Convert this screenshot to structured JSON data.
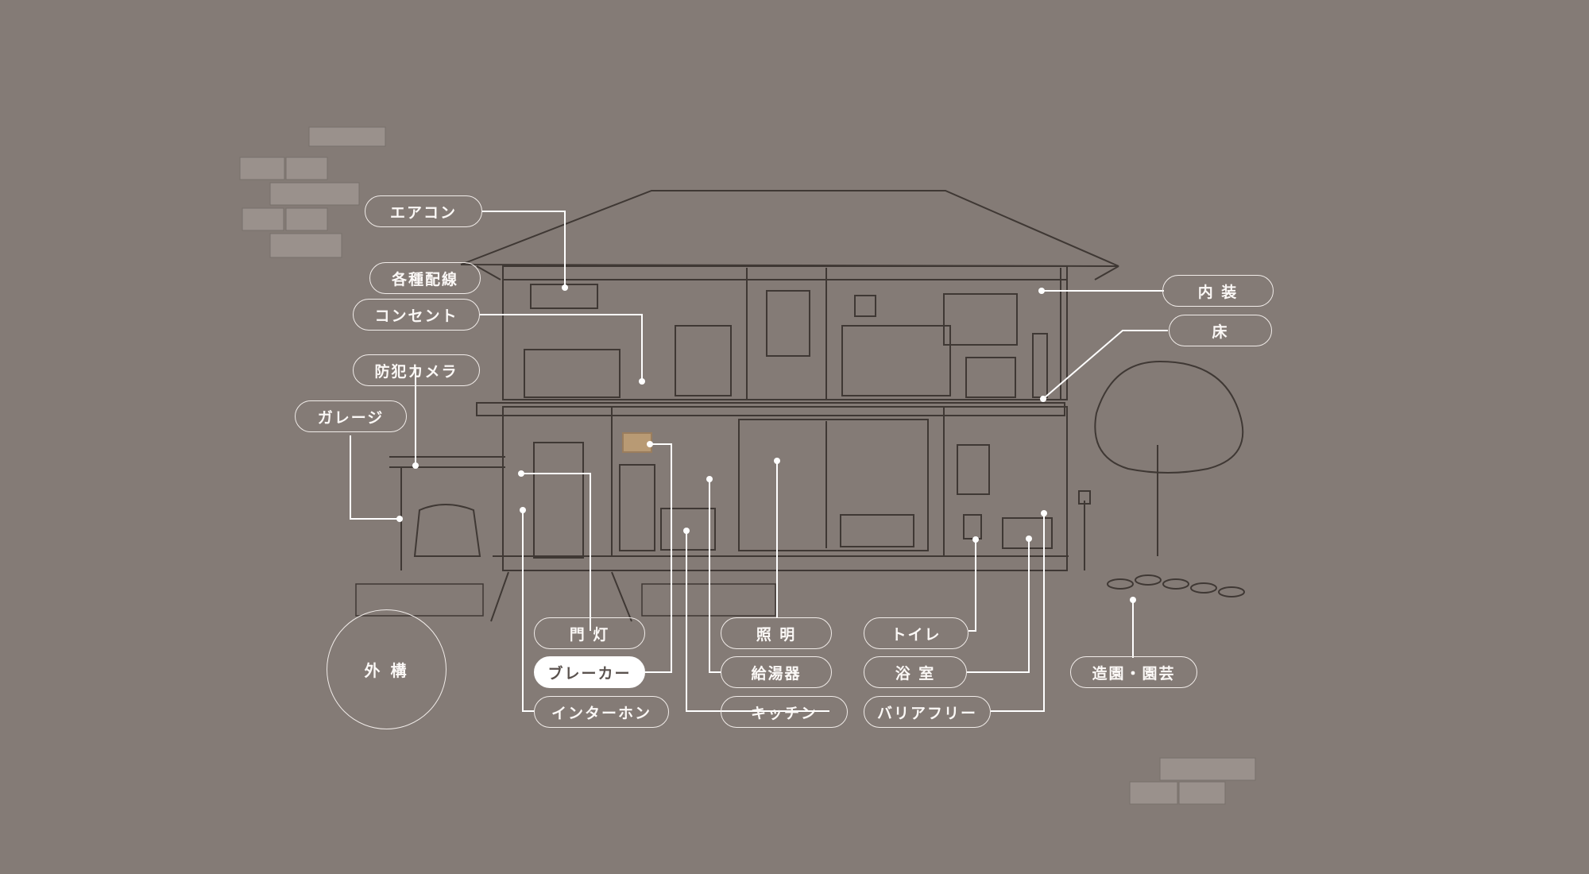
{
  "colors": {
    "background": "#847b76",
    "line_art": "#3f3834",
    "connector": "#ffffff",
    "pill_border": "#f1ece9",
    "pill_text": "#fbf8f6",
    "active_fill": "#ffffff",
    "active_text": "#5a524e"
  },
  "labels": {
    "aircon": "エアコン",
    "wiring": "各種配線",
    "outlet": "コンセント",
    "camera": "防犯カメラ",
    "garage": "ガレージ",
    "interior": "内 装",
    "floor": "床",
    "gate_light": "門 灯",
    "breaker": "ブレーカー",
    "intercom": "インターホン",
    "lighting": "照 明",
    "water_heater": "給湯器",
    "kitchen": "キッチン",
    "toilet": "トイレ",
    "bath": "浴 室",
    "barrier_free": "バリアフリー",
    "landscaping": "造園・園芸",
    "exterior": "外 構"
  },
  "active_item": "breaker"
}
